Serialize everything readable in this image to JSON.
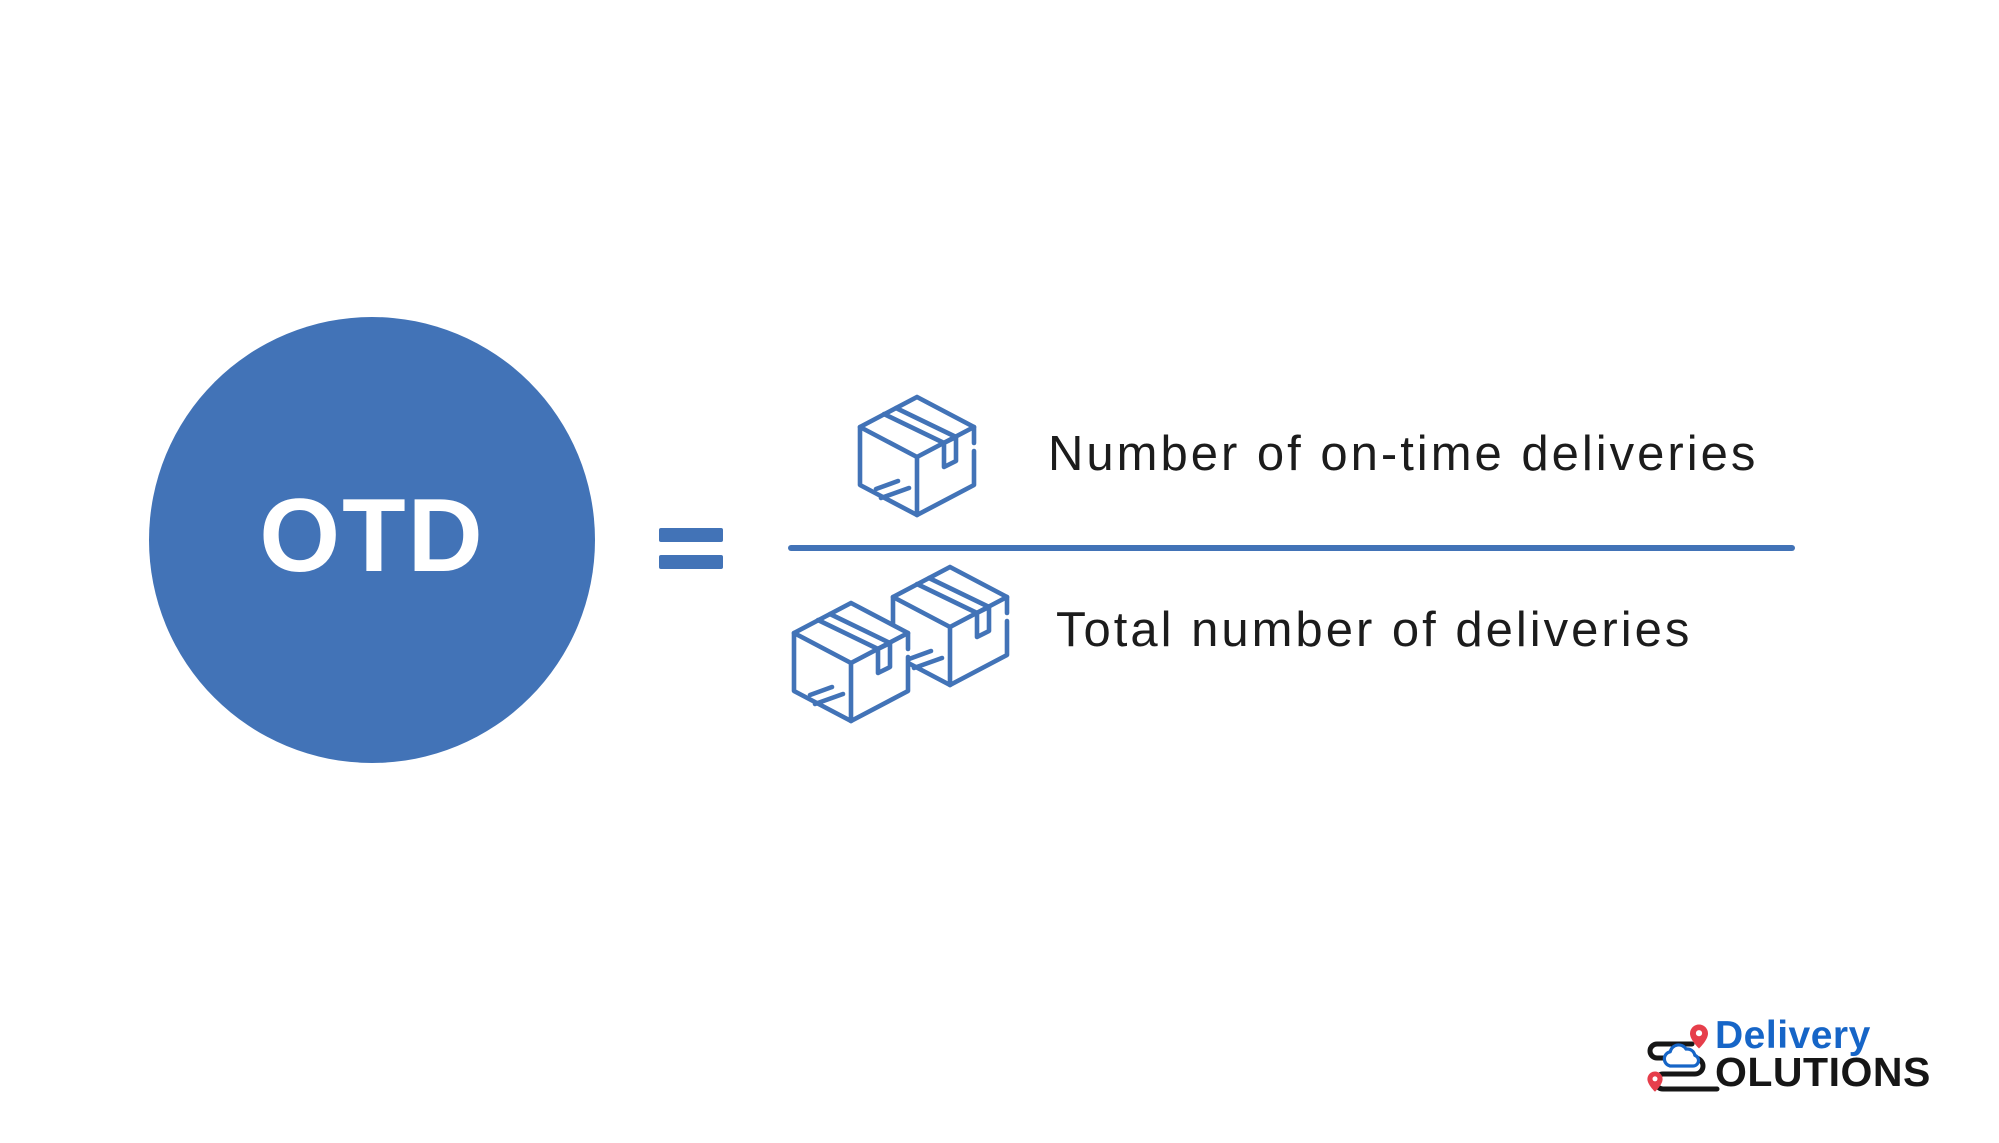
{
  "colors": {
    "primary_blue": "#4273B7",
    "text_dark": "#1C1C1C",
    "logo_blue": "#1665C7",
    "logo_red": "#E63E4B",
    "logo_black": "#161616"
  },
  "formula": {
    "acronym": "OTD",
    "operator": "=",
    "numerator": "Number of on-time deliveries",
    "denominator": "Total number of deliveries"
  },
  "icons": {
    "numerator": "package-box-icon",
    "denominator": "two-package-boxes-icon",
    "logo": [
      "route-s-icon",
      "location-pin-icon",
      "cloud-icon"
    ]
  },
  "logo": {
    "line1": "Delivery",
    "line2": "OLUTIONS"
  }
}
